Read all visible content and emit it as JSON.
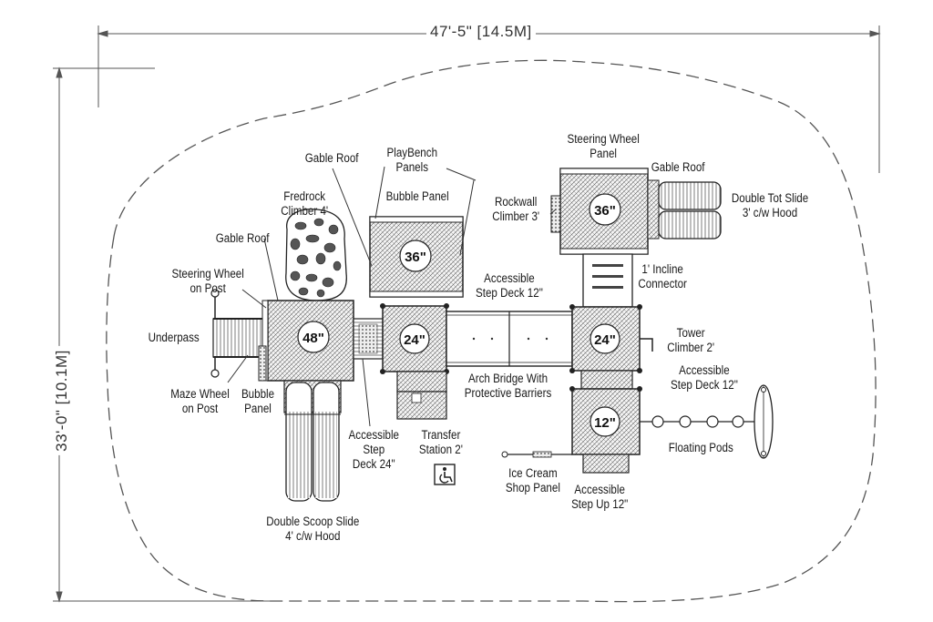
{
  "dimensions": {
    "width_label": "47'-5\" [14.5M]",
    "height_label": "33'-0\" [10.1M]"
  },
  "decks": {
    "d48": "48\"",
    "d36_left": "36\"",
    "d24_left": "24\"",
    "d24_right": "24\"",
    "d12": "12\"",
    "d36_right": "36\""
  },
  "labels": {
    "gable_roof_top": [
      "Gable Roof"
    ],
    "playbench": [
      "PlayBench",
      "Panels"
    ],
    "steering_wheel_panel": [
      "Steering Wheel",
      "Panel"
    ],
    "gable_roof_right": [
      "Gable Roof"
    ],
    "fredrock": [
      "Fredrock",
      "Climber 4'"
    ],
    "bubble_panel_top": [
      "Bubble Panel"
    ],
    "rockwall": [
      "Rockwall",
      "Climber 3'"
    ],
    "double_tot": [
      "Double Tot Slide",
      "3' c/w Hood"
    ],
    "gable_roof_left": [
      "Gable Roof"
    ],
    "steering_wheel_post": [
      "Steering Wheel",
      "on Post"
    ],
    "incline": [
      "1' Incline",
      "Connector"
    ],
    "acc_step_deck_12_top": [
      "Accessible",
      "Step Deck 12\""
    ],
    "underpass": [
      "Underpass"
    ],
    "tower_climber": [
      "Tower",
      "Climber 2'"
    ],
    "acc_step_deck_12_right": [
      "Accessible",
      "Step Deck 12\""
    ],
    "arch_bridge": [
      "Arch Bridge With",
      "Protective Barriers"
    ],
    "maze_wheel": [
      "Maze Wheel",
      "on Post"
    ],
    "bubble_panel_left": [
      "Bubble",
      "Panel"
    ],
    "acc_step_deck_24": [
      "Accessible",
      "Step",
      "Deck 24\""
    ],
    "transfer_station": [
      "Transfer",
      "Station 2'"
    ],
    "floating_pods": [
      "Floating Pods"
    ],
    "ice_cream": [
      "Ice Cream",
      "Shop Panel"
    ],
    "acc_step_up": [
      "Accessible",
      "Step Up 12\""
    ],
    "double_scoop": [
      "Double Scoop Slide",
      "4' c/w Hood"
    ]
  },
  "icons": {
    "accessibility": "wheelchair-icon"
  }
}
